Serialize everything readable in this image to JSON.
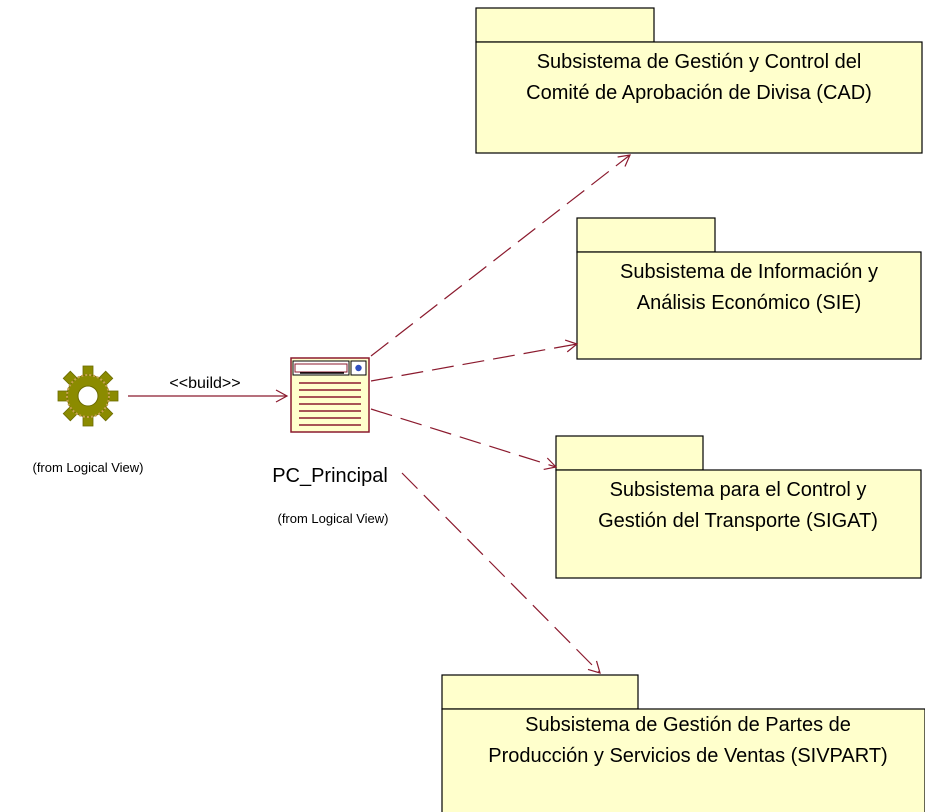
{
  "diagram": {
    "component": {
      "name": "PC_Principal",
      "from": "(from Logical View)"
    },
    "gear": {
      "from": "(from Logical View)"
    },
    "build_label": "<<build>>",
    "packages": [
      {
        "line1": "Subsistema de Gestión y Control del",
        "line2": "Comité de Aprobación de Divisa (CAD)"
      },
      {
        "line1": "Subsistema de Información y",
        "line2": "Análisis Económico (SIE)"
      },
      {
        "line1": "Subsistema para el Control y",
        "line2": "Gestión del Transporte (SIGAT)"
      },
      {
        "line1": "Subsistema de Gestión de Partes de",
        "line2": "Producción y Servicios de Ventas (SIVPART)"
      }
    ],
    "colors": {
      "fill": "#ffffcc",
      "stroke": "#8b1a2e",
      "gear": "#8b8b00"
    }
  }
}
